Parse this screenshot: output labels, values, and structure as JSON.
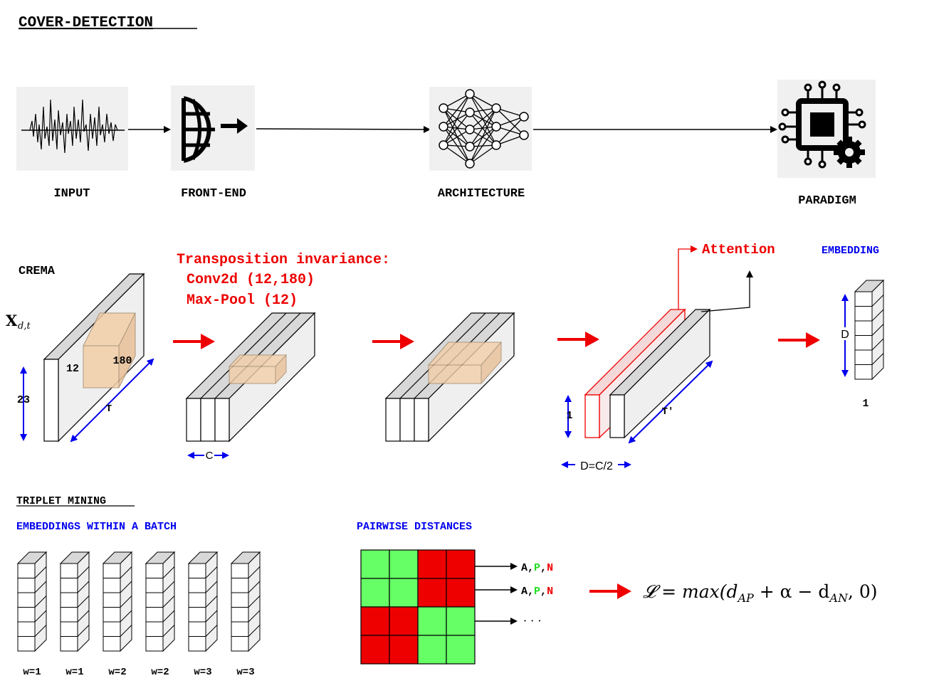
{
  "title": "COVER-DETECTION",
  "pipeline": {
    "stages": [
      "INPUT",
      "FRONT-END",
      "ARCHITECTURE",
      "PARADIGM"
    ]
  },
  "crema": {
    "label": "CREMA",
    "input_symbol": "X",
    "input_subscript": "d,t",
    "block1": {
      "height": "23",
      "box_a": "12",
      "box_b": "180",
      "length": "T"
    },
    "transposition": {
      "line1": "Transposition invariance:",
      "line2": "Conv2d (12,180)",
      "line3": "Max-Pool (12)"
    },
    "channels": "C",
    "attention": "Attention",
    "embedding_title": "EMBEDDING",
    "final_height": "1",
    "final_length": "T'",
    "final_width": "D=C/2",
    "embedding_dim": "D",
    "embedding_width": "1"
  },
  "triplet": {
    "title": "TRIPLET MINING",
    "embeddings_label": "EMBEDDINGS WITHIN A BATCH",
    "pairwise_label": "PAIRWISE DISTANCES",
    "weights": [
      "w=1",
      "w=1",
      "w=2",
      "w=2",
      "w=3",
      "w=3"
    ],
    "matrix": [
      [
        "#66ff66",
        "#66ff66",
        "#ee0000",
        "#ee0000"
      ],
      [
        "#66ff66",
        "#66ff66",
        "#ee0000",
        "#ee0000"
      ],
      [
        "#ee0000",
        "#ee0000",
        "#66ff66",
        "#66ff66"
      ],
      [
        "#ee0000",
        "#ee0000",
        "#66ff66",
        "#66ff66"
      ]
    ],
    "row_labels": [
      {
        "a": "A",
        "p": "P",
        "n": "N"
      },
      {
        "a": "A",
        "p": "P",
        "n": "N"
      }
    ],
    "ellipsis": "· · ·",
    "loss": "𝓛 = max(d",
    "loss_parts": {
      "lhs": "𝓛 = max(d",
      "sub1": "AP",
      "mid": " + α − d",
      "sub2": "AN",
      "end": ", 0)"
    }
  },
  "colors": {
    "red": "#ee0000",
    "blue": "#0000ee",
    "green": "#22dd22",
    "box_fill": "#f2cfa8",
    "face_grey": "#d8d8d8",
    "icon_bg": "#f0f0f0"
  }
}
